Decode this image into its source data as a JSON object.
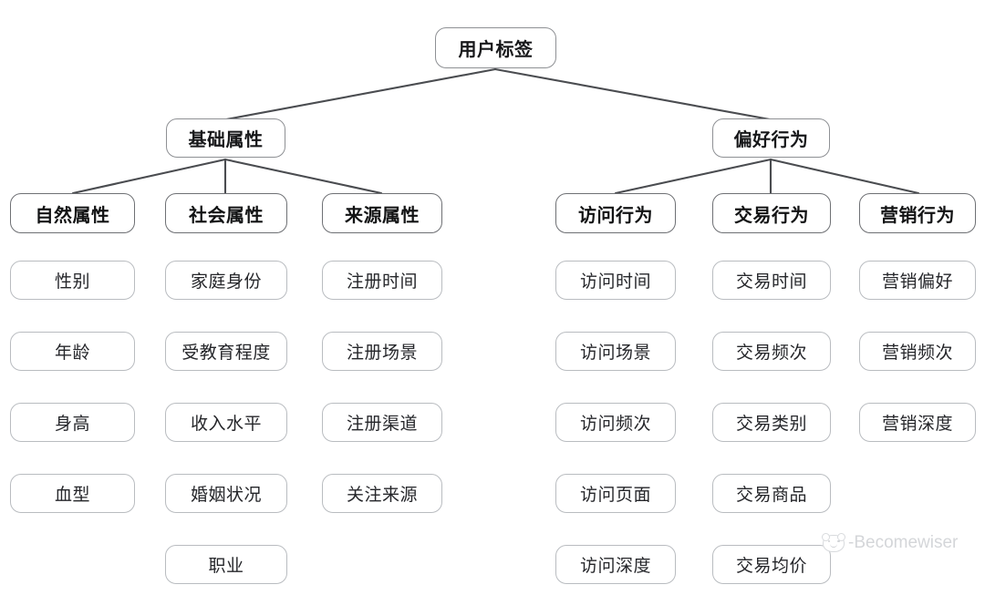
{
  "diagram": {
    "title_node": {
      "label": "用户标签"
    },
    "branches": [
      {
        "id": "basic",
        "label": "基础属性"
      },
      {
        "id": "preference",
        "label": "偏好行为"
      }
    ],
    "columns": [
      {
        "id": "natural",
        "branch": "basic",
        "header": "自然属性",
        "items": [
          "性别",
          "年龄",
          "身高",
          "血型"
        ]
      },
      {
        "id": "social",
        "branch": "basic",
        "header": "社会属性",
        "items": [
          "家庭身份",
          "受教育程度",
          "收入水平",
          "婚姻状况",
          "职业"
        ]
      },
      {
        "id": "source",
        "branch": "basic",
        "header": "来源属性",
        "items": [
          "注册时间",
          "注册场景",
          "注册渠道",
          "关注来源"
        ]
      },
      {
        "id": "visit",
        "branch": "preference",
        "header": "访问行为",
        "items": [
          "访问时间",
          "访问场景",
          "访问频次",
          "访问页面",
          "访问深度"
        ]
      },
      {
        "id": "transaction",
        "branch": "preference",
        "header": "交易行为",
        "items": [
          "交易时间",
          "交易频次",
          "交易类别",
          "交易商品",
          "交易均价"
        ]
      },
      {
        "id": "marketing",
        "branch": "preference",
        "header": "营销行为",
        "items": [
          "营销偏好",
          "营销频次",
          "营销深度"
        ]
      }
    ]
  },
  "watermark": {
    "text": "-Becomewiser",
    "icon": "smiley-face-icon"
  },
  "colors": {
    "background": "#ffffff",
    "edge": "#4a4c50",
    "branch_border": "#8e9094",
    "category_border": "#6e7074",
    "leaf_border": "#b9bcc0",
    "text": "#1d1d1d",
    "watermark": "#d4d6d9"
  }
}
